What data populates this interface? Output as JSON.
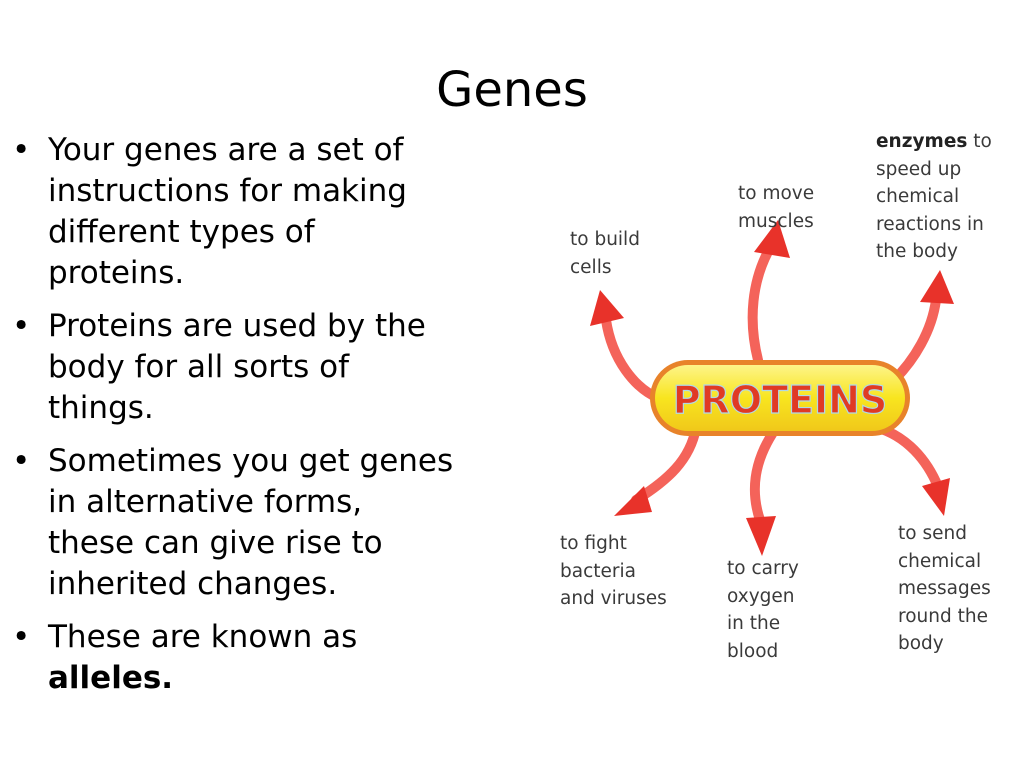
{
  "slide": {
    "title": "Genes",
    "bullets": [
      {
        "text": "Your genes are a set of instructions for making different types of proteins.",
        "lines": [
          "Your genes are a set of",
          "instructions for making",
          "different types of",
          "proteins."
        ]
      },
      {
        "text": "Proteins are used by the body for all sorts of things.",
        "lines": [
          "Proteins are used by the",
          "body for all sorts of",
          "things."
        ]
      },
      {
        "text": "Sometimes you get genes in alternative forms, these can give rise to inherited changes.",
        "lines": [
          "Sometimes you get genes",
          "in alternative forms,",
          "these can give rise to",
          "inherited changes."
        ]
      },
      {
        "text": "These are known as",
        "lines": [
          "These are known as"
        ],
        "emphasis": "alleles."
      }
    ],
    "bullet_glyph": "•"
  },
  "diagram": {
    "center_label": "PROTEINS",
    "colors": {
      "arrow": "#e8322a",
      "capsule_fill": "#f8e51f",
      "capsule_border": "#e8832a",
      "center_text": "#e03a24",
      "center_text_outline": "#b0d8e6",
      "label_text": "#3a3a3a"
    },
    "labels": {
      "build": [
        "to build",
        "cells"
      ],
      "muscles": [
        "to move",
        "muscles"
      ],
      "enzymes_bold": "enzymes",
      "enzymes": [
        " to",
        "speed up",
        "chemical",
        "reactions in",
        "the body"
      ],
      "fight": [
        "to fight",
        "bacteria",
        "and viruses"
      ],
      "oxygen": [
        "to carry",
        "oxygen",
        "in the",
        "blood"
      ],
      "send": [
        "to send",
        "chemical",
        "messages",
        "round the",
        "body"
      ]
    }
  }
}
